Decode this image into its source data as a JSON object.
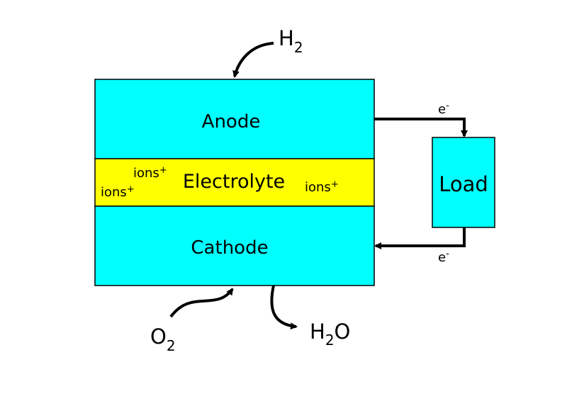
{
  "layers": {
    "anode": "Anode",
    "electrolyte": "Electrolyte",
    "cathode": "Cathode"
  },
  "load": "Load",
  "ions": {
    "label": "ions",
    "charge": "+"
  },
  "electron": {
    "label": "e",
    "charge": "-"
  },
  "inputs": {
    "hydrogen": {
      "base": "H",
      "sub": "2"
    },
    "oxygen": {
      "base": "O",
      "sub": "2"
    }
  },
  "output": {
    "water": {
      "base": "H",
      "sub": "2",
      "tail": "O"
    }
  },
  "colors": {
    "electrode": "#00ffff",
    "electrolyte": "#ffff00",
    "stroke": "#000000"
  }
}
